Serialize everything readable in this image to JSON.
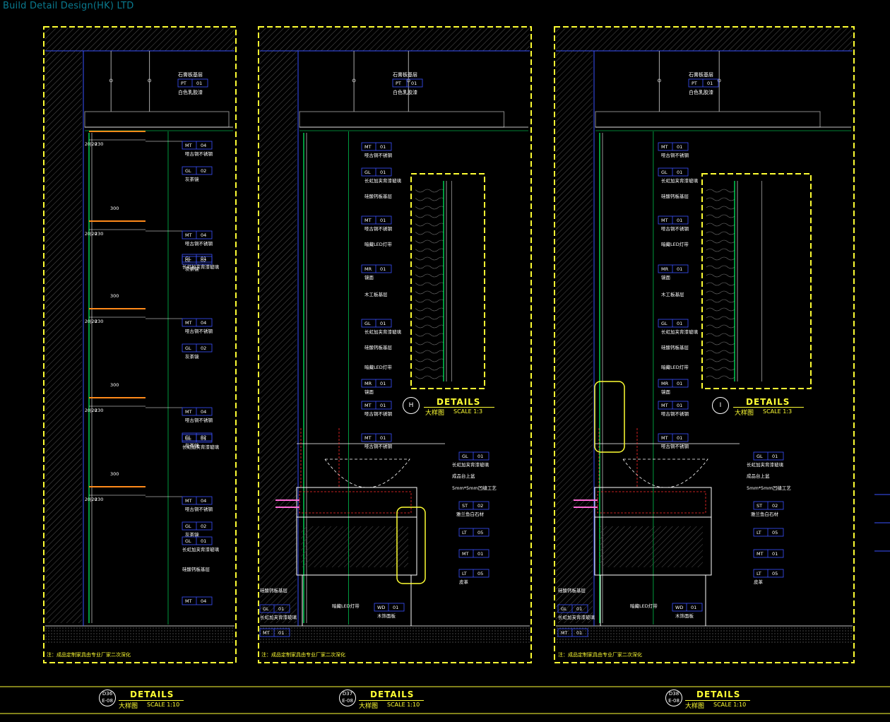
{
  "watermark": "Build Detail Design(HK) LTD",
  "panels": [
    {
      "id": "D36",
      "sheet": "E-08",
      "title": "DETAILS",
      "subtitle": "大样图",
      "scale": "SCALE 1:10",
      "note": "注：成品定制家具由专业厂家二次深化",
      "tags_right": [
        {
          "label": "石膏板基层",
          "code": "PT",
          "num": "01",
          "sub": "白色乳胶漆"
        },
        {
          "label": "",
          "code": "MT",
          "num": "04",
          "sub": "哑古铜不锈钢"
        },
        {
          "label": "",
          "code": "GL",
          "num": "02",
          "sub": "灰茶镜"
        },
        {
          "label": "",
          "code": "GL",
          "num": "01",
          "sub": "长虹加夹背漆玻璃"
        }
      ]
    },
    {
      "id": "D37",
      "sheet": "E-08",
      "title": "DETAILS",
      "subtitle": "大样图",
      "scale": "SCALE 1:10",
      "note": "注：成品定制家具由专业厂家二次深化"
    },
    {
      "id": "D38",
      "sheet": "E-08",
      "title": "DETAILS",
      "subtitle": "大样图",
      "scale": "SCALE 1:10",
      "note": "注：成品定制家具由专业厂家二次深化"
    }
  ],
  "insets": [
    {
      "id": "H",
      "title": "DETAILS",
      "subtitle": "大样图",
      "scale": "SCALE 1:3"
    },
    {
      "id": "I",
      "title": "DETAILS",
      "subtitle": "大样图",
      "scale": "SCALE 1:3"
    }
  ],
  "labels": {
    "ceiling": "石膏板基层",
    "paint": "白色乳胶漆",
    "bronze_ss": "哑古铜不锈钢",
    "led": "暗藏LED灯带",
    "grey_mirror": "灰茶镜",
    "rainbow_glass": "长虹加夹背漆玻璃",
    "silicate_board": "硅酸钙板基层",
    "wood_base": "木工板基层",
    "mirror": "镜面",
    "countertop": "成品台上盆",
    "stone": "雅兰鱼白石材",
    "leather": "皮革",
    "wood_veneer": "木饰面板",
    "built_in_groove": "5mm*5mm凹缝工艺",
    "led_light": "暗藏LED灯带"
  },
  "colors": {
    "frame": "#ffff33",
    "line_blue": "#3a52ff",
    "dim_green": "#00ff66",
    "white": "#ffffff",
    "orange": "#ff8a1a",
    "red": "#ff2a2a",
    "cyan": "#3fd8ff",
    "magenta": "#ff6ad6"
  }
}
